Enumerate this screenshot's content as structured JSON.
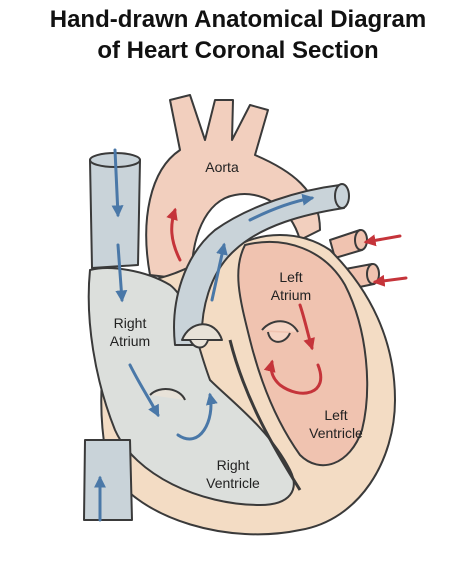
{
  "title": {
    "line1": "Hand-drawn Anatomical Diagram",
    "line2": "of Heart Coronal Section"
  },
  "labels": {
    "aorta": "Aorta",
    "left_atrium": [
      "Left",
      "Atrium"
    ],
    "right_atrium": [
      "Right",
      "Atrium"
    ],
    "left_ventricle": [
      "Left",
      "Ventricle"
    ],
    "right_ventricle": [
      "Right",
      "Ventricle"
    ]
  },
  "colors": {
    "deoxygenated_vessel": "#c9d3d9",
    "oxygenated_chamber": "#f0c3b0",
    "muscle_wall": "#f3dcc4",
    "blue_flow_arrow": "#4a78a8",
    "red_flow_arrow": "#c5343a",
    "outline": "#3a3a3a"
  },
  "flow_arrows": {
    "blue": "deoxygenated blood flow",
    "red": "oxygenated blood flow"
  }
}
